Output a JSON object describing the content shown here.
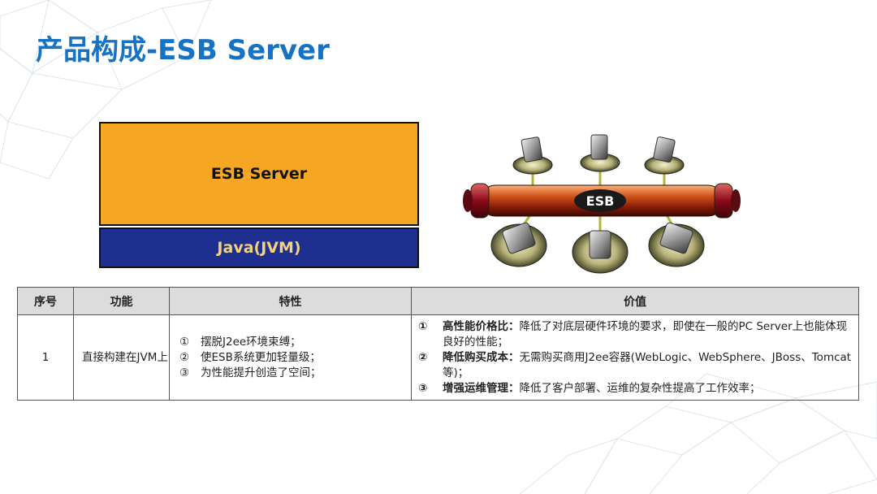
{
  "slide": {
    "title": "产品构成-ESB Server"
  },
  "stack": {
    "server_label": "ESB Server",
    "jvm_label": "Java(JVM)"
  },
  "diagram": {
    "bus_label": "ESB"
  },
  "table": {
    "headers": [
      "序号",
      "功能",
      "特性",
      "价值"
    ],
    "rows": [
      {
        "no": "1",
        "function": "直接构建在JVM上",
        "features": [
          {
            "num": "①",
            "text": "摆脱J2ee环境束缚；"
          },
          {
            "num": "②",
            "text": "使ESB系统更加轻量级；"
          },
          {
            "num": "③",
            "text": "为性能提升创造了空间；"
          }
        ],
        "values": [
          {
            "num": "①",
            "label": "高性能价格比：",
            "text": "降低了对底层硬件环境的要求，即使在一般的PC Server上也能体现良好的性能；"
          },
          {
            "num": "②",
            "label": "降低购买成本：",
            "text": "无需购买商用J2ee容器(WebLogic、WebSphere、JBoss、Tomcat等)；"
          },
          {
            "num": "③",
            "label": "增强运维管理：",
            "text": "降低了客户部署、运维的复杂性提高了工作效率；"
          }
        ]
      }
    ]
  }
}
